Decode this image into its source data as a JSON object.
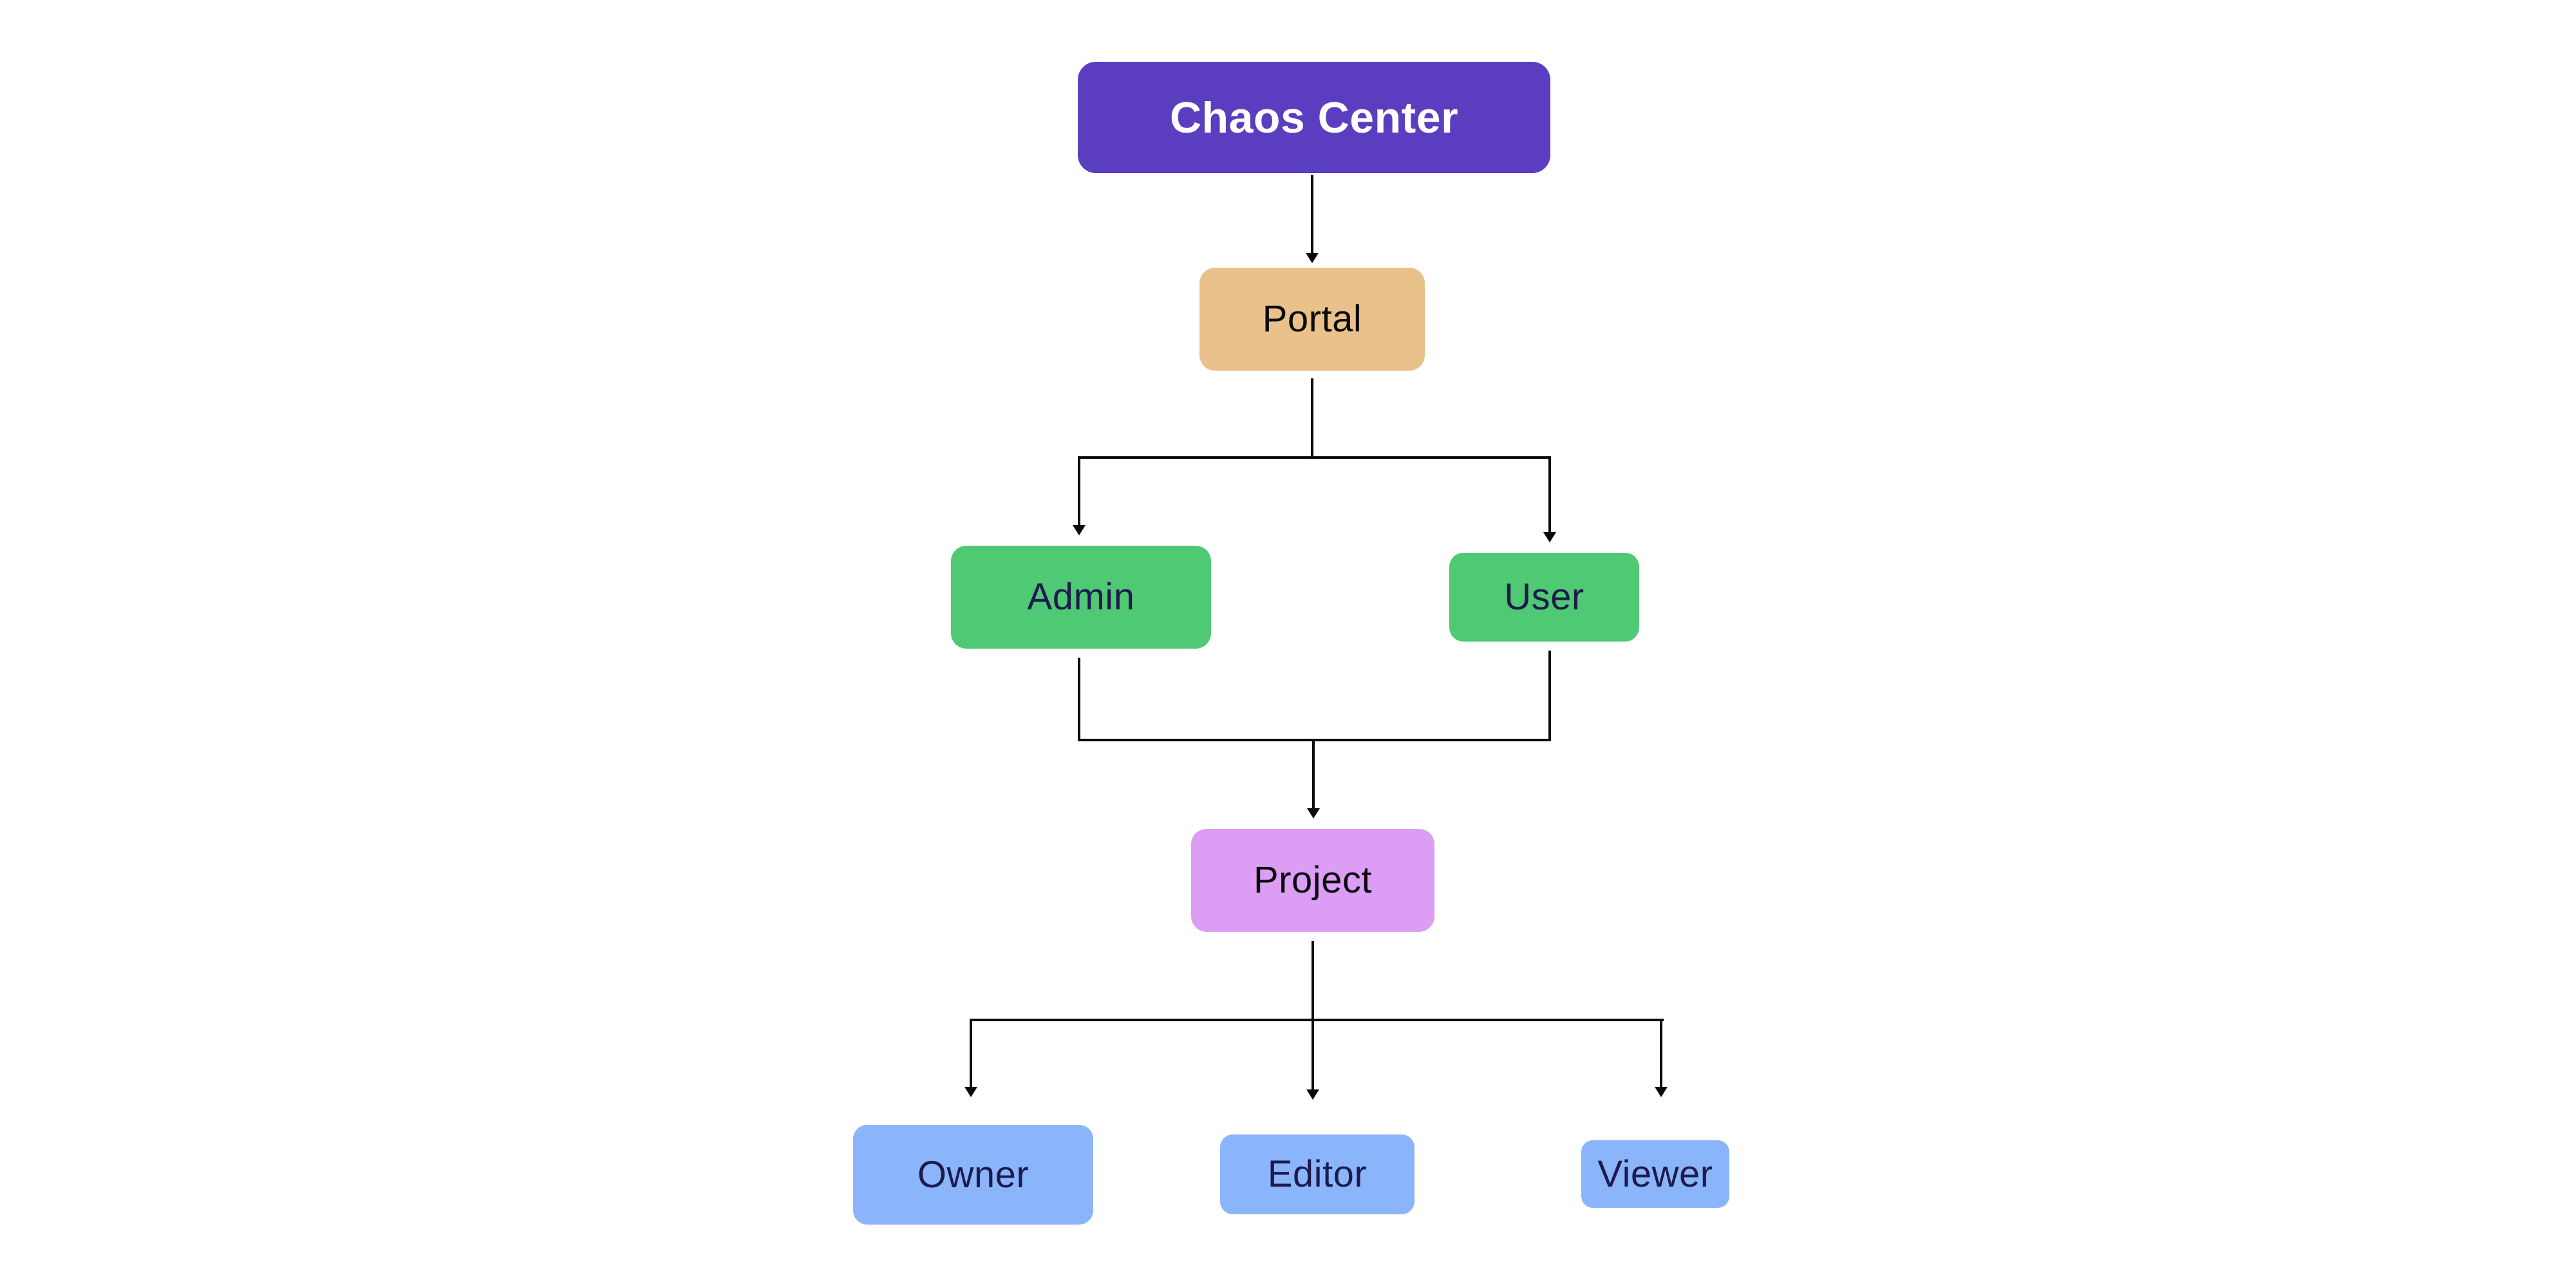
{
  "canvas": {
    "background": "#ffffff",
    "edge_color": "#0b0b0b"
  },
  "diagram": {
    "nodes": {
      "chaos_center": {
        "label": "Chaos Center",
        "bg": "#5B3EC0",
        "fg": "#ffffff"
      },
      "portal": {
        "label": "Portal",
        "bg": "#E9C18B",
        "fg": "#0a0a0a"
      },
      "admin": {
        "label": "Admin",
        "bg": "#4FC973",
        "fg": "#1d1a4d"
      },
      "user": {
        "label": "User",
        "bg": "#4FC973",
        "fg": "#1d1a4d"
      },
      "project": {
        "label": "Project",
        "bg": "#DC9DF4",
        "fg": "#0a0a0a"
      },
      "owner": {
        "label": "Owner",
        "bg": "#8AB5FA",
        "fg": "#1d1a4d"
      },
      "editor": {
        "label": "Editor",
        "bg": "#8AB5FA",
        "fg": "#1d1a4d"
      },
      "viewer": {
        "label": "Viewer",
        "bg": "#8AB5FA",
        "fg": "#1d1a4d"
      }
    },
    "edges": [
      {
        "from": "Chaos Center",
        "to": "Portal"
      },
      {
        "from": "Portal",
        "to": "Admin"
      },
      {
        "from": "Portal",
        "to": "User"
      },
      {
        "from": "Admin",
        "to": "Project"
      },
      {
        "from": "User",
        "to": "Project"
      },
      {
        "from": "Project",
        "to": "Owner"
      },
      {
        "from": "Project",
        "to": "Editor"
      },
      {
        "from": "Project",
        "to": "Viewer"
      }
    ]
  }
}
